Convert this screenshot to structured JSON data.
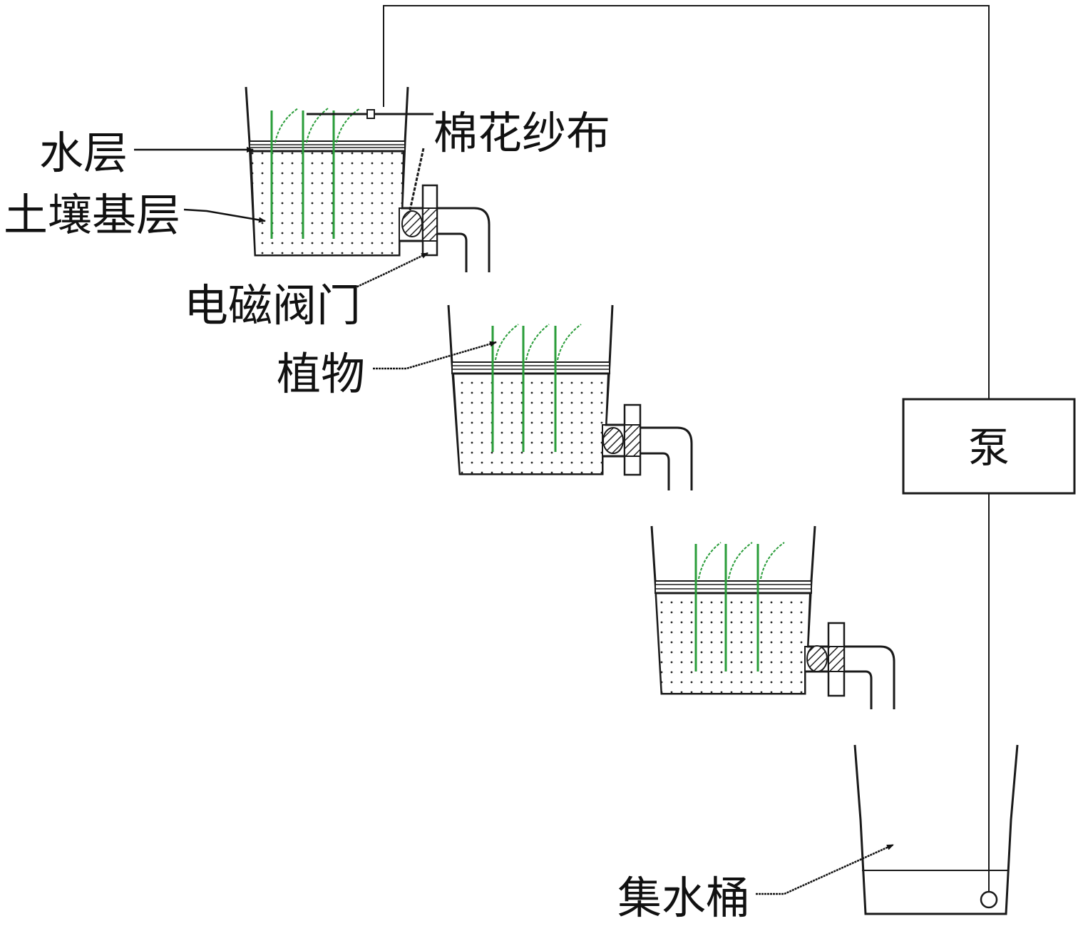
{
  "diagram": {
    "title": "",
    "labels": {
      "water_layer": "水层",
      "soil_layer": "土壤基层",
      "cotton_gauze": "棉花纱布",
      "solenoid_valve": "电磁阀门",
      "plant": "植物",
      "pump": "泵",
      "collection_bucket": "集水桶"
    },
    "colors": {
      "line": "#1a1a1a",
      "plant": "#2a9d3a",
      "background": "#ffffff"
    },
    "tanks": [
      {
        "id": "tank-1",
        "plants": 3,
        "has_gauze": true
      },
      {
        "id": "tank-2",
        "plants": 3,
        "has_gauze": false
      },
      {
        "id": "tank-3",
        "plants": 3,
        "has_gauze": false
      }
    ]
  }
}
